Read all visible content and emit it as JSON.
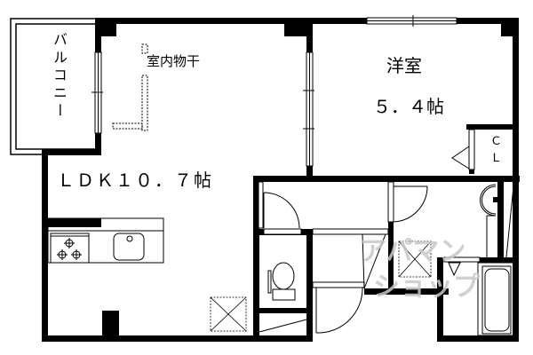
{
  "floor_plan": {
    "rooms": {
      "balcony": {
        "label": "バルコニー"
      },
      "indoor_drying": {
        "label": "室内物干"
      },
      "western_room": {
        "label": "洋室",
        "size": "５．４帖"
      },
      "ldk": {
        "label": "ＬＤＫ１０．７帖"
      },
      "closet": {
        "label_c": "Ｃ",
        "label_l": "Ｌ"
      }
    },
    "watermark": {
      "line1": "アパマン",
      "line2": "ショップ"
    },
    "colors": {
      "wall": "#000000",
      "background": "#ffffff",
      "watermark": "#c8c8c8"
    }
  }
}
